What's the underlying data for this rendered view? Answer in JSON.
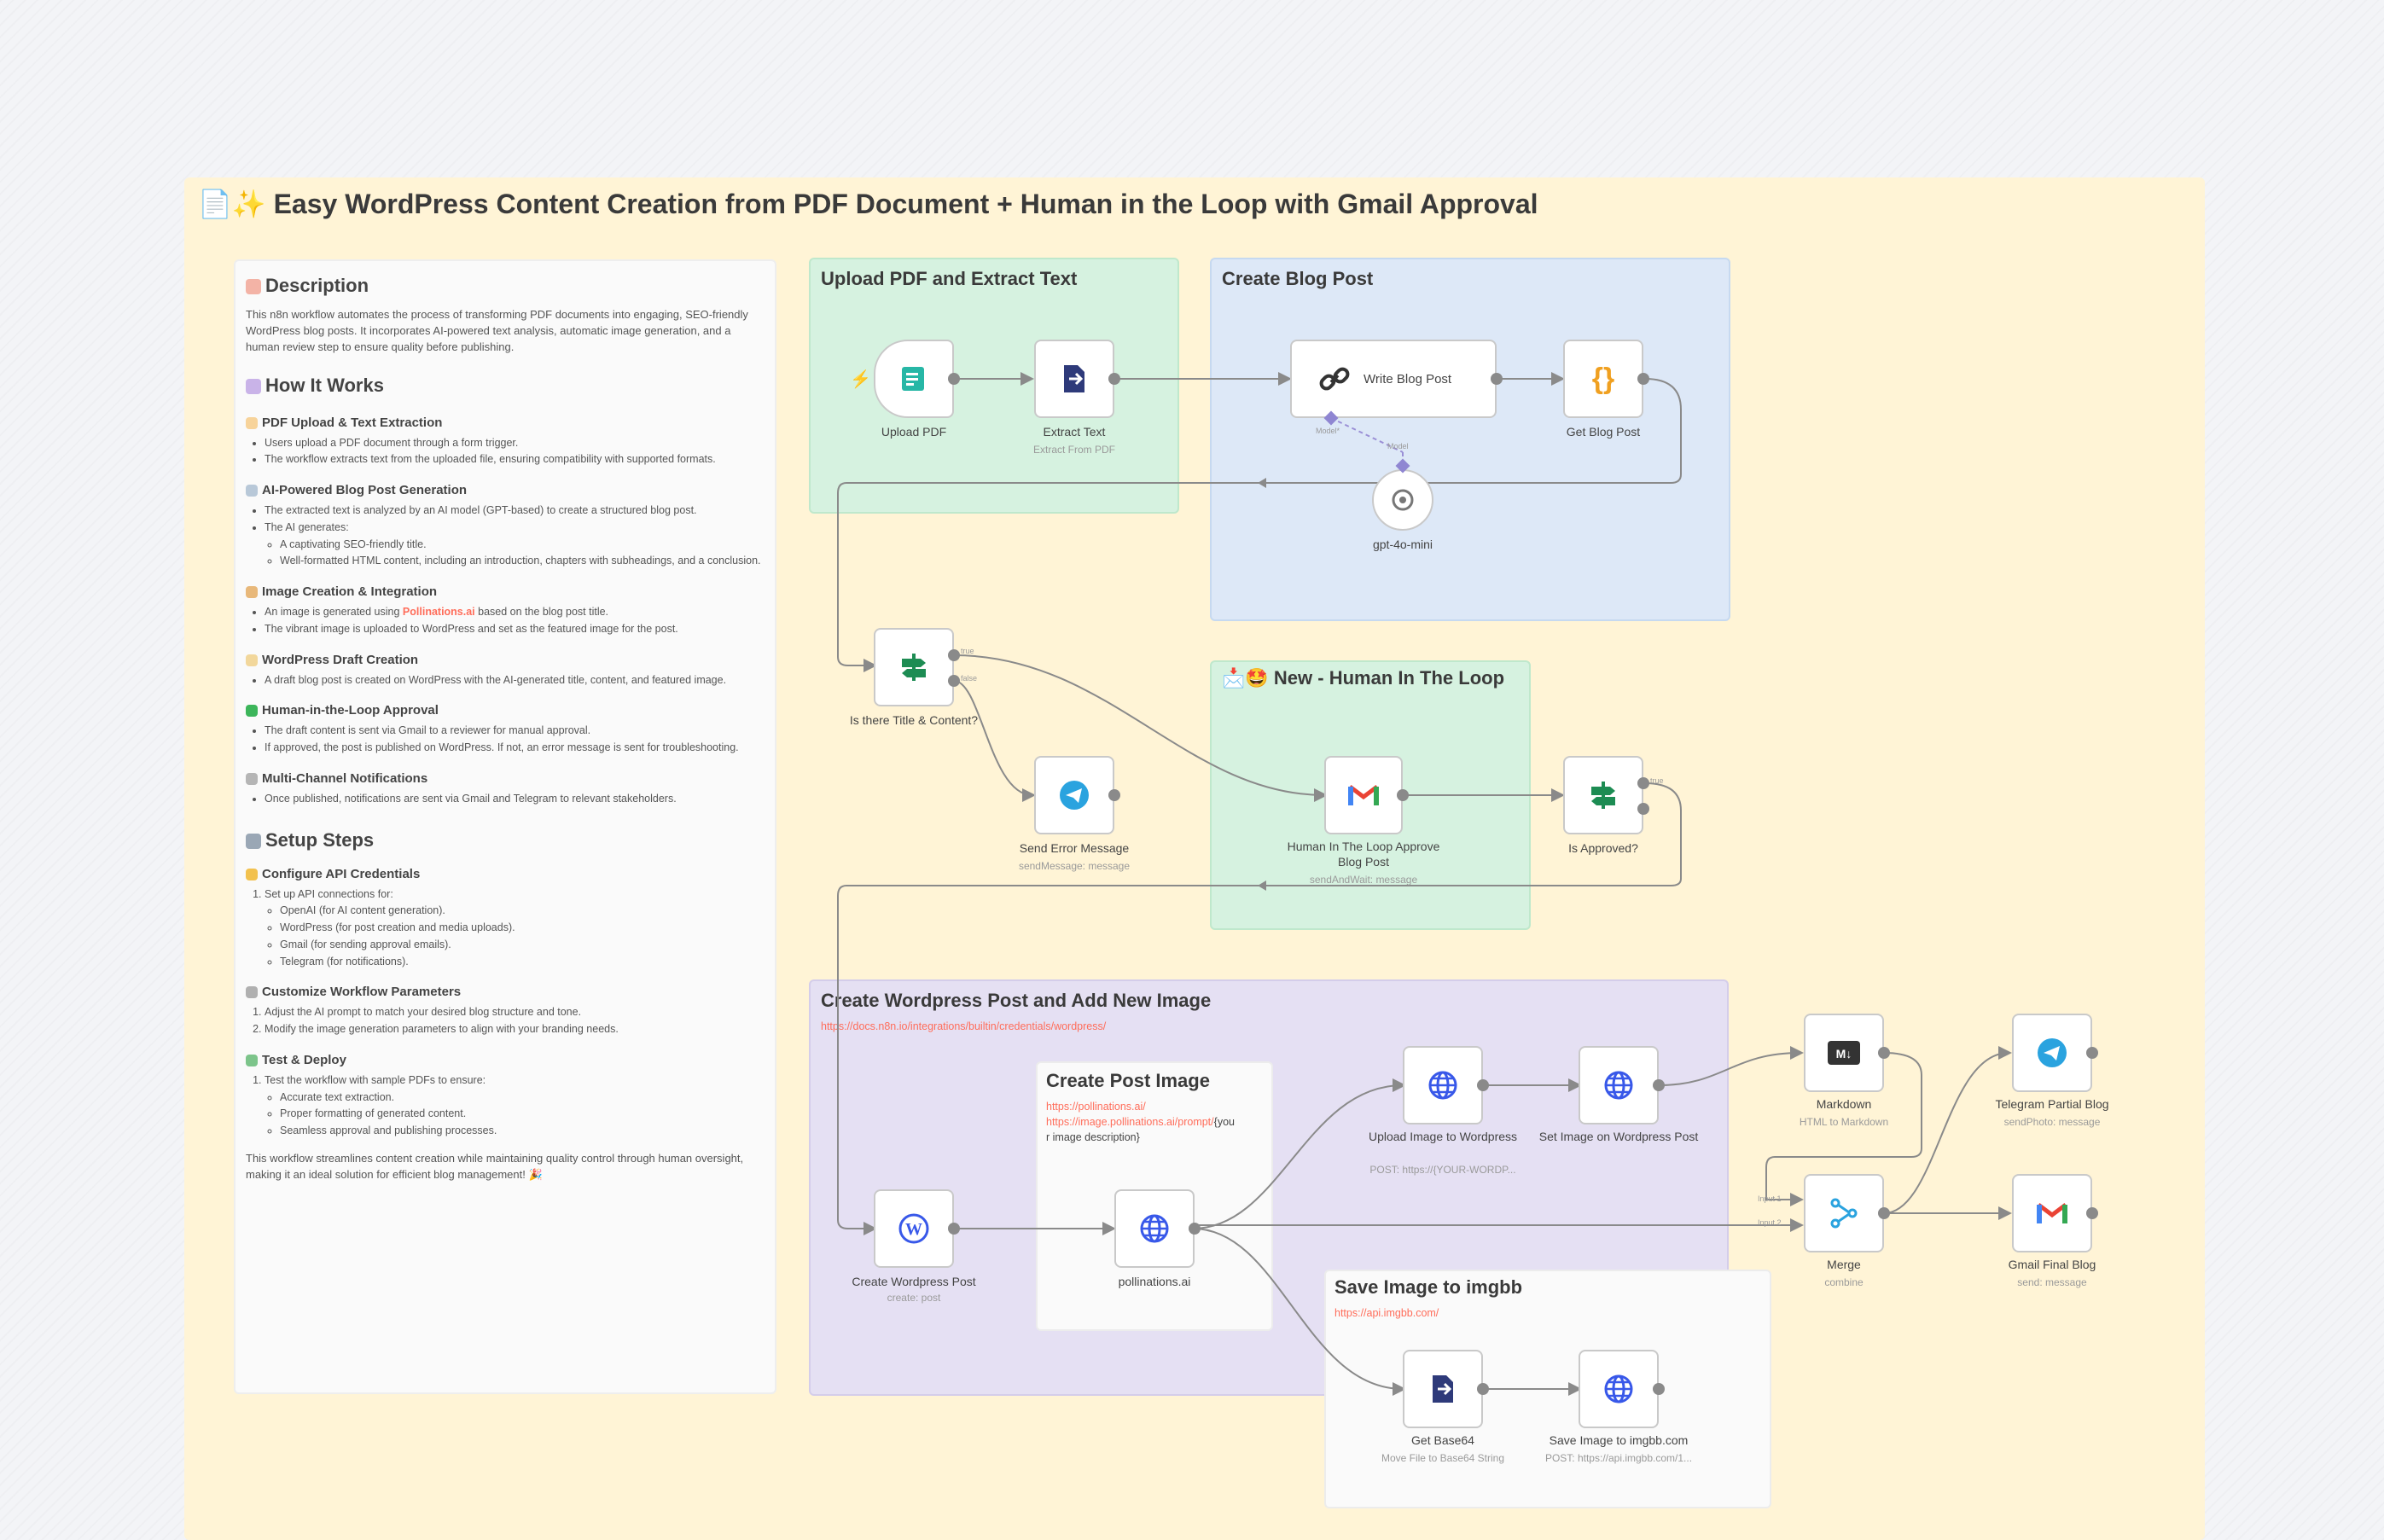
{
  "main_title": "📄✨ Easy WordPress Content Creation from PDF Document + Human in the Loop with Gmail Approval",
  "description": {
    "title": "Description",
    "intro": "This n8n workflow automates the process of transforming PDF documents into engaging, SEO-friendly WordPress blog posts. It incorporates AI-powered text analysis, automatic image generation, and a human review step to ensure quality before publishing.",
    "how_title": "How It Works",
    "s1_title": "PDF Upload & Text Extraction",
    "s1_items": [
      "Users upload a PDF document through a form trigger.",
      "The workflow extracts text from the uploaded file, ensuring compatibility with supported formats."
    ],
    "s2_title": "AI-Powered Blog Post Generation",
    "s2_items": [
      "The extracted text is analyzed by an AI model (GPT-based) to create a structured blog post.",
      "The AI generates:"
    ],
    "s2_sub": [
      "A captivating SEO-friendly title.",
      "Well-formatted HTML content, including an introduction, chapters with subheadings, and a conclusion."
    ],
    "s3_title": "Image Creation & Integration",
    "s3_item1_pre": "An image is generated using ",
    "s3_item1_link": "Pollinations.ai",
    "s3_item1_post": " based on the blog post title.",
    "s3_item2": "The vibrant image is uploaded to WordPress and set as the featured image for the post.",
    "s4_title": "WordPress Draft Creation",
    "s4_items": [
      "A draft blog post is created on WordPress with the AI-generated title, content, and featured image."
    ],
    "s5_title": "Human-in-the-Loop Approval",
    "s5_items": [
      "The draft content is sent via Gmail to a reviewer for manual approval.",
      "If approved, the post is published on WordPress. If not, an error message is sent for troubleshooting."
    ],
    "s6_title": "Multi-Channel Notifications",
    "s6_items": [
      "Once published, notifications are sent via Gmail and Telegram to relevant stakeholders."
    ],
    "setup_title": "Setup Steps",
    "c1_title": "Configure API Credentials",
    "c1_items": [
      "Set up API connections for:"
    ],
    "c1_sub": [
      "OpenAI (for AI content generation).",
      "WordPress (for post creation and media uploads).",
      "Gmail (for sending approval emails).",
      "Telegram (for notifications)."
    ],
    "c2_title": "Customize Workflow Parameters",
    "c2_items": [
      "Adjust the AI prompt to match your desired blog structure and tone.",
      "Modify the image generation parameters to align with your branding needs."
    ],
    "c3_title": "Test & Deploy",
    "c3_items": [
      "Test the workflow with sample PDFs to ensure:"
    ],
    "c3_sub": [
      "Accurate text extraction.",
      "Proper formatting of generated content.",
      "Seamless approval and publishing processes."
    ],
    "outro": "This workflow streamlines content creation while maintaining quality control through human oversight, making it an ideal solution for efficient blog management! 🎉"
  },
  "groups": {
    "upload": "Upload PDF and Extract Text",
    "blog": "Create Blog Post",
    "hitl": "New - Human In The Loop",
    "hitl_prefix": "📩🤩",
    "wp": "Create Wordpress Post and Add New Image",
    "wp_link": "https://docs.n8n.io/integrations/builtin/credentials/wordpress/",
    "image": "Create Post Image",
    "image_link1": "https://pollinations.ai/",
    "image_link2": "https://image.pollinations.ai/prompt/",
    "image_text": "{you",
    "image_text2": "r image description}",
    "imgbb": "Save Image to imgbb",
    "imgbb_link": "https://api.imgbb.com/"
  },
  "nodes": {
    "upload_pdf": "Upload PDF",
    "extract_text": "Extract Text",
    "extract_text_sub": "Extract From PDF",
    "write_blog": "Write Blog Post",
    "get_blog": "Get Blog Post",
    "gpt": "gpt-4o-mini",
    "model_label": "Model",
    "model_label2": "Model*",
    "is_title": "Is there Title & Content?",
    "true_label": "true",
    "false_label": "false",
    "send_error": "Send Error Message",
    "send_error_sub": "sendMessage: message",
    "hitl_node": "Human In The Loop Approve Blog Post",
    "hitl_sub": "sendAndWait: message",
    "is_approved": "Is Approved?",
    "create_wp": "Create Wordpress Post",
    "create_wp_sub": "create: post",
    "pollinations": "pollinations.ai",
    "upload_img": "Upload Image to Wordpress",
    "upload_img_sub": "POST: https://{YOUR-WORDP...",
    "set_img": "Set Image on Wordpress Post",
    "markdown": "Markdown",
    "markdown_sub": "HTML to Markdown",
    "merge": "Merge",
    "merge_sub": "combine",
    "input1": "Input 1",
    "input2": "Input 2",
    "telegram_partial": "Telegram Partial Blog",
    "telegram_partial_sub": "sendPhoto: message",
    "gmail_final": "Gmail Final Blog",
    "gmail_final_sub": "send: message",
    "get_base64": "Get Base64",
    "get_base64_sub": "Move File to Base64 String",
    "save_imgbb": "Save Image to imgbb.com",
    "save_imgbb_sub": "POST: https://api.imgbb.com/1..."
  },
  "colors": {
    "edge": "#8a8a8a",
    "accent": "#ff6d5a",
    "wp_blue": "#3858e9",
    "telegram": "#2aa3df",
    "switch_green": "#1d8c53"
  }
}
